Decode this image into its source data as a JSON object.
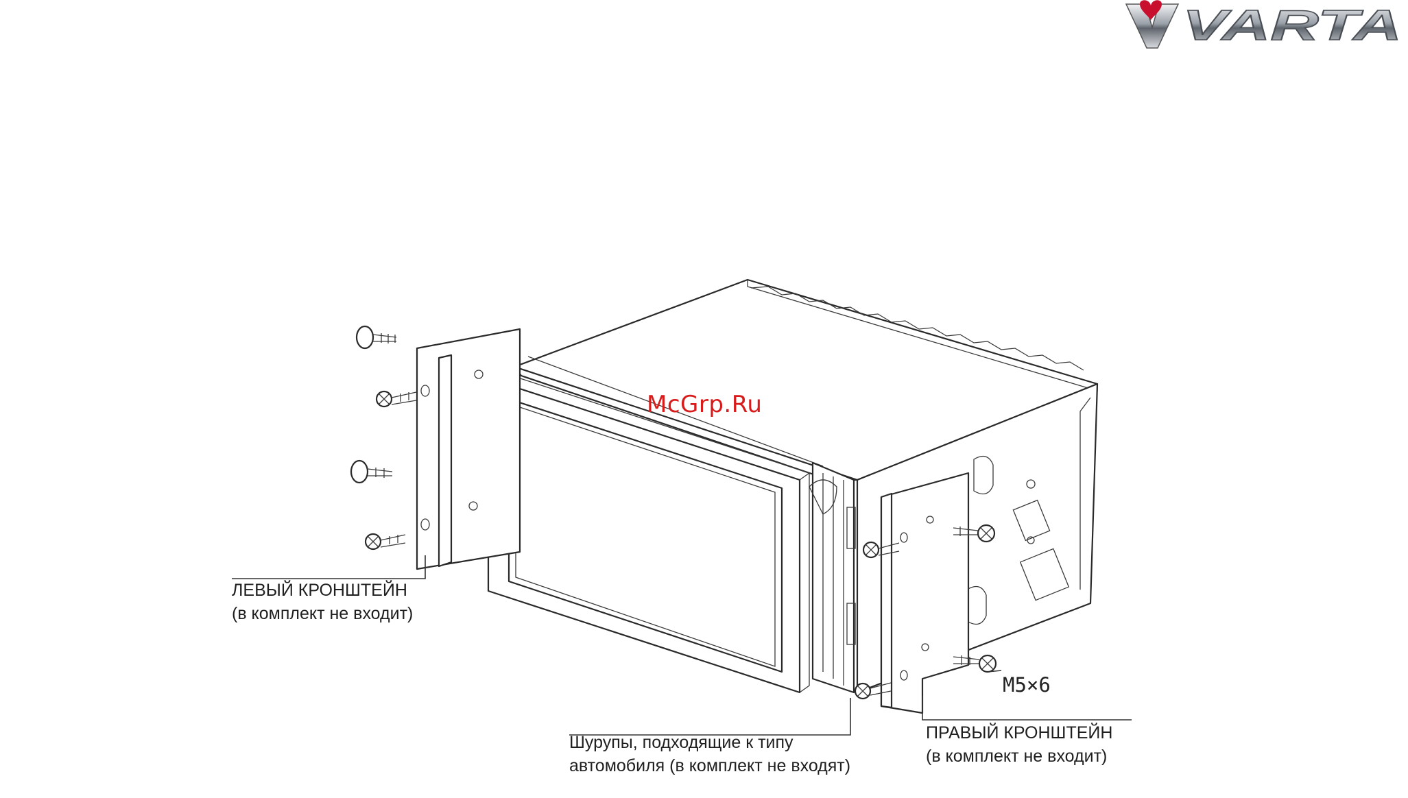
{
  "brand": {
    "logo_text": "VARTA"
  },
  "watermark": "McGrp.Ru",
  "labels": {
    "left_bracket": {
      "line1": "ЛЕВЫЙ КРОНШТЕЙН",
      "line2": "(в комплект не входит)"
    },
    "right_bracket": {
      "line1": "ПРАВЫЙ КРОНШТЕЙН",
      "line2": "(в комплект не входит)"
    },
    "screws": {
      "line1": "Шурупы, подходящие к типу",
      "line2": "автомобиля (в комплект не входят)"
    },
    "screw_size": "M5×6"
  },
  "colors": {
    "watermark": "#d81c1c",
    "logo_red": "#c8102e",
    "logo_silver": "#9aa0a8"
  }
}
